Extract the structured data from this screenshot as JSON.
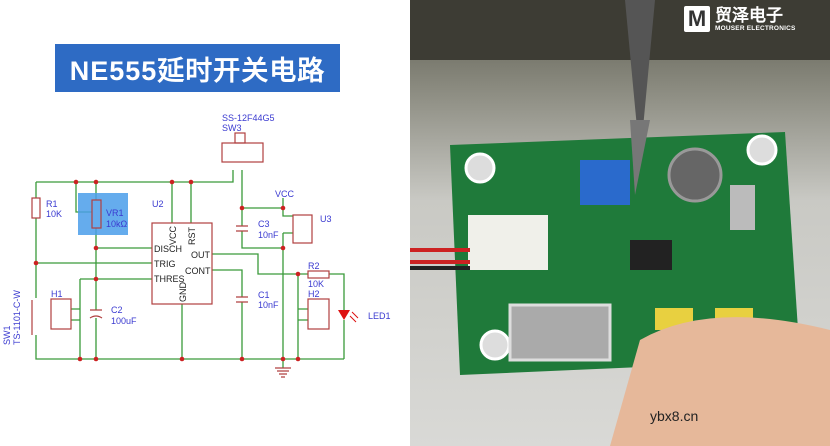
{
  "title": "NE555延时开关电路",
  "schematic": {
    "wire_color": "#3a9a3a",
    "part_color": "#b04040",
    "label_color": "#3a3ad0",
    "highlight_color": "#4a9eea",
    "sw3": {
      "part": "SS-12F44G5",
      "ref": "SW3"
    },
    "r1": {
      "ref": "R1",
      "value": "10K"
    },
    "vr1": {
      "ref": "VR1",
      "value": "10kΩ"
    },
    "u2": {
      "ref": "U2",
      "pins": {
        "vcc": "VCC",
        "rst": "RST",
        "disch": "DISCH",
        "trig": "TRIG",
        "thres": "THRES",
        "out": "OUT",
        "cont": "CONT",
        "gnd": "GND"
      }
    },
    "c3": {
      "ref": "C3",
      "value": "10nF"
    },
    "c1": {
      "ref": "C1",
      "value": "10nF"
    },
    "c2": {
      "ref": "C2",
      "value": "100uF"
    },
    "r2": {
      "ref": "R2",
      "value": "10K"
    },
    "h1": {
      "ref": "H1"
    },
    "h2": {
      "ref": "H2"
    },
    "u3": {
      "ref": "U3"
    },
    "vcc": "VCC",
    "led": {
      "ref": "LED1"
    },
    "sw1": {
      "ref": "SW1",
      "part": "TS-1101-C-W"
    }
  },
  "photo": {
    "logo": {
      "mark": "M",
      "cn": "贸泽电子",
      "en": "MOUSER ELECTRONICS"
    },
    "board_color": "#1f7a3a"
  },
  "watermark": "ybx8.cn"
}
